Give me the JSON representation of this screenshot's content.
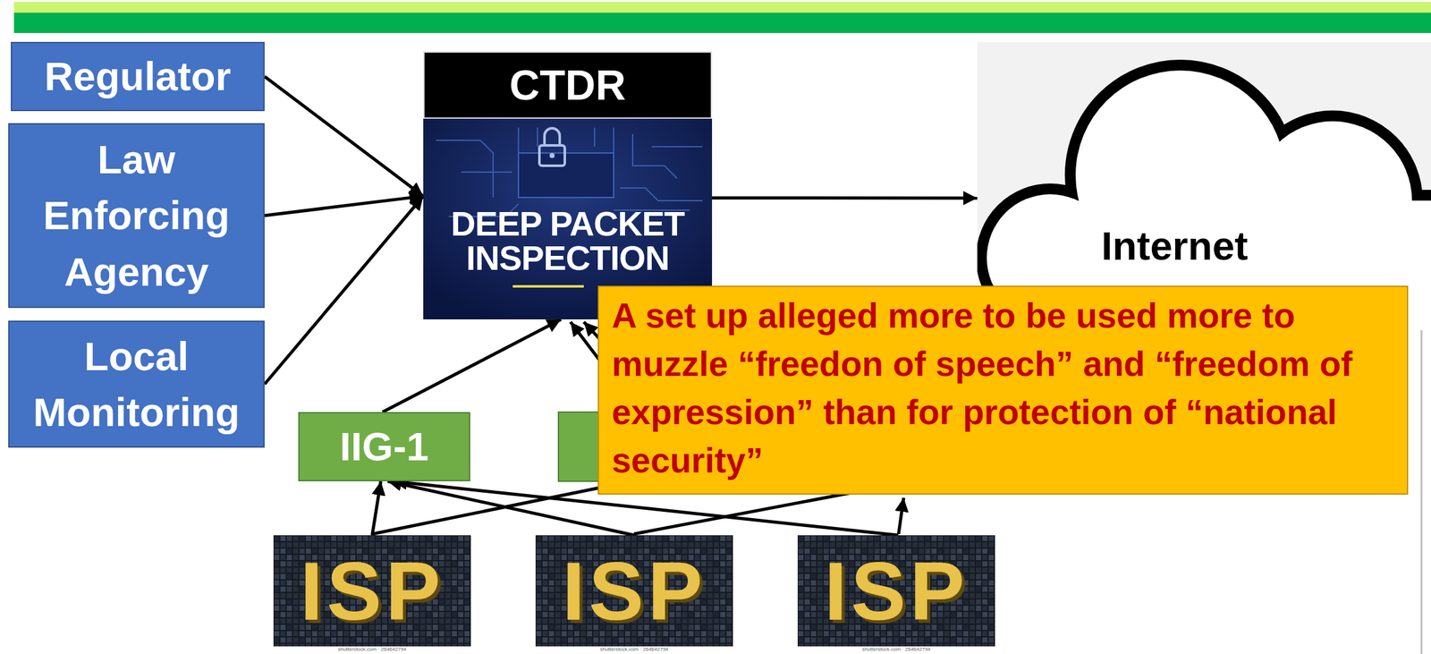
{
  "diagram": {
    "nodes": [
      {
        "text": [
          "Regulator"
        ]
      },
      {
        "text": [
          "Law Enforcing Agency"
        ]
      },
      {
        "text": [
          "Local Monitoring"
        ]
      },
      {
        "text": [
          "CTDR",
          "DEEP PACKET INSPECTION"
        ]
      },
      {
        "text": [
          "Internet"
        ]
      },
      {
        "text": [
          "IIG-1"
        ]
      },
      {
        "text": [
          "A set up alleged more to be used more to muzzle “freedon of speech” and “freedom of expression” than for protection of “national security”"
        ]
      },
      {
        "text": [
          "ISP"
        ]
      },
      {
        "text": [
          "ISP"
        ]
      },
      {
        "text": [
          "ISP"
        ]
      }
    ],
    "edges": [
      {
        "from": 0,
        "to": 3,
        "arrow": "to"
      },
      {
        "from": 1,
        "to": 3,
        "arrow": "to"
      },
      {
        "from": 2,
        "to": 3,
        "arrow": "to"
      },
      {
        "from": 3,
        "to": 4,
        "arrow": "to"
      },
      {
        "from": 5,
        "to": 3,
        "arrow": "to"
      },
      {
        "from": 7,
        "to": 5,
        "arrow": "to"
      },
      {
        "from": 8,
        "to": 5,
        "arrow": "to"
      },
      {
        "from": 9,
        "to": 5,
        "arrow": "to"
      }
    ],
    "labels": [
      "shutterstock.com · 264642794",
      "shutterstock.com · 264642794",
      "shutterstock.com · 264642794"
    ]
  }
}
